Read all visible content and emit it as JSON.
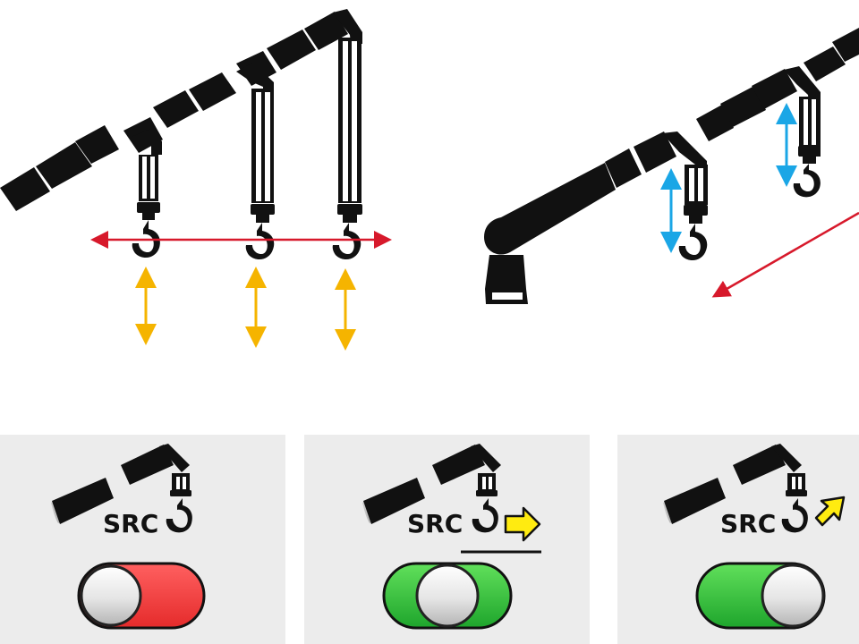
{
  "colors": {
    "boom": "#111111",
    "horizontal_arrow": "#d7192b",
    "vertical_arrow_yellow": "#f5b400",
    "vertical_arrow_blue": "#1aa6e6",
    "panel_bg": "#ececec",
    "toggle_off": "#ef3535",
    "toggle_on": "#35c43d",
    "knob": "#efefef",
    "direction_arrow": "#ffeb10"
  },
  "panels": [
    {
      "label": "SRC",
      "toggle_state": "off",
      "direction_icon": "none",
      "underline": false
    },
    {
      "label": "SRC",
      "toggle_state": "center",
      "direction_icon": "arrow-right-icon",
      "underline": true
    },
    {
      "label": "SRC",
      "toggle_state": "on",
      "direction_icon": "arrow-up-right-icon",
      "underline": false
    }
  ]
}
